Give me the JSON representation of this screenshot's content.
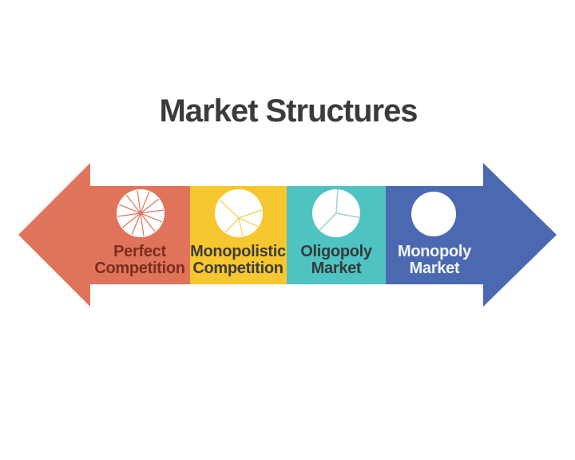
{
  "title": {
    "text": "Market Structures"
  },
  "colors": {
    "background": "#ffffff",
    "title_text": "#3b3b3b",
    "salmon": "#e0745b",
    "yellow": "#f6c72e",
    "teal": "#4fc3c1",
    "blue": "#4b69b0",
    "icon_fill": "#ffffff",
    "oligopoly_slice_stroke": "#afd2d2",
    "perfect_label": "#7b2e1d",
    "monopolistic_label": "#3d3d3d",
    "oligopoly_label": "#333b3b",
    "monopoly_label": "#f3f7fb"
  },
  "arrow": {
    "type": "double-headed-horizontal",
    "segments": [
      {
        "name": "perfect-competition",
        "label_line1": "Perfect",
        "label_line2": "Competition",
        "icon": "pie-twelve-slices-icon"
      },
      {
        "name": "monopolistic-competition",
        "label_line1": "Monopolistic",
        "label_line2": "Competition",
        "icon": "pie-six-slices-icon"
      },
      {
        "name": "oligopoly-market",
        "label_line1": "Oligopoly",
        "label_line2": "Market",
        "icon": "pie-three-slices-icon"
      },
      {
        "name": "monopoly-market",
        "label_line1": "Monopoly",
        "label_line2": "Market",
        "icon": "solid-circle-icon"
      }
    ]
  }
}
